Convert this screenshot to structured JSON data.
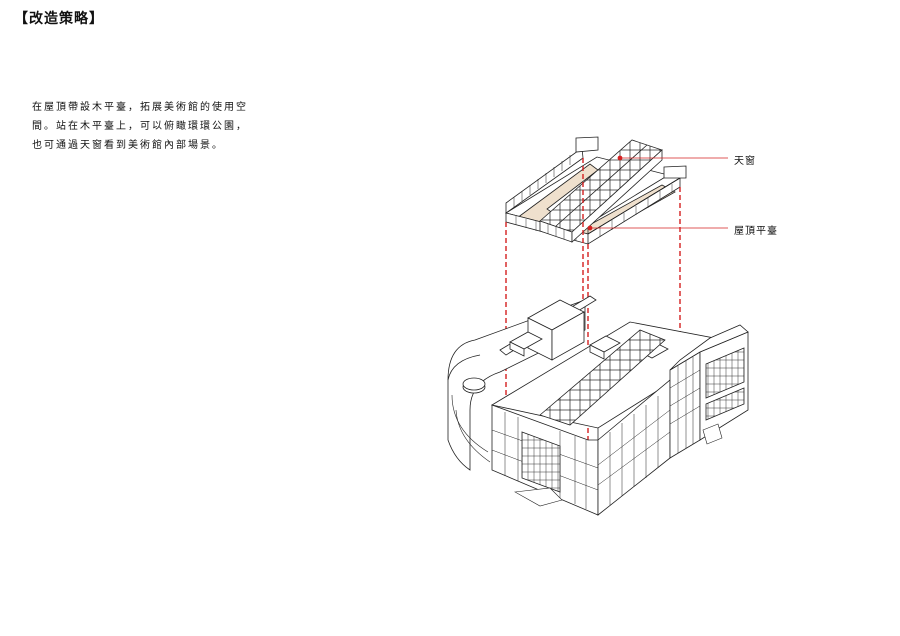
{
  "header": {
    "title": "【改造策略】"
  },
  "description": {
    "lines": [
      "在屋頂帶設木平臺，拓展美術館的使用空",
      "間。站在木平臺上，可以俯瞰環環公園，",
      "也可通過天窗看到美術館內部場景。"
    ]
  },
  "callouts": {
    "skylight": "天窗",
    "roof_deck": "屋頂平臺"
  },
  "colors": {
    "accent_red": "#d42020",
    "deck_wood": "#efe0cd",
    "line": "#222222"
  },
  "icons": [
    "page-title-bracket"
  ]
}
